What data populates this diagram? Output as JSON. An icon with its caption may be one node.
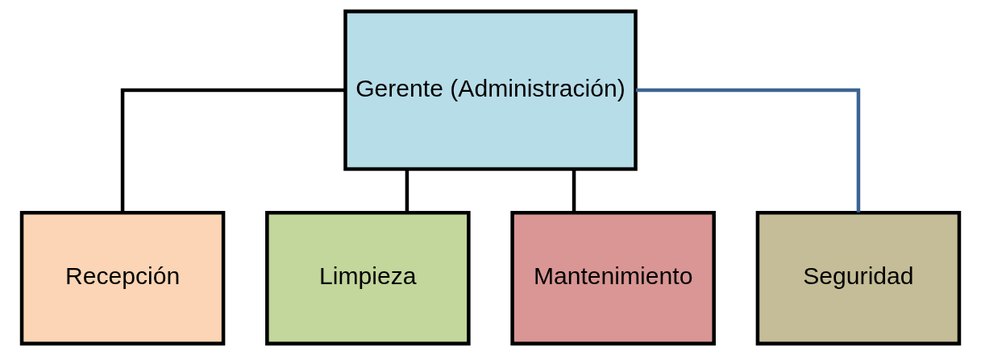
{
  "diagram": {
    "nodes": [
      {
        "text": [
          "Gerente (Administración)"
        ]
      },
      {
        "text": [
          "Recepción"
        ]
      },
      {
        "text": [
          "Limpieza"
        ]
      },
      {
        "text": [
          "Mantenimiento"
        ]
      },
      {
        "text": [
          "Seguridad"
        ]
      }
    ],
    "edges": [
      {
        "from": 0,
        "to": 1,
        "arrow": "none"
      },
      {
        "from": 0,
        "to": 2,
        "arrow": "none"
      },
      {
        "from": 0,
        "to": 3,
        "arrow": "none"
      },
      {
        "from": 0,
        "to": 4,
        "arrow": "none",
        "color": "#3d6491"
      }
    ]
  }
}
